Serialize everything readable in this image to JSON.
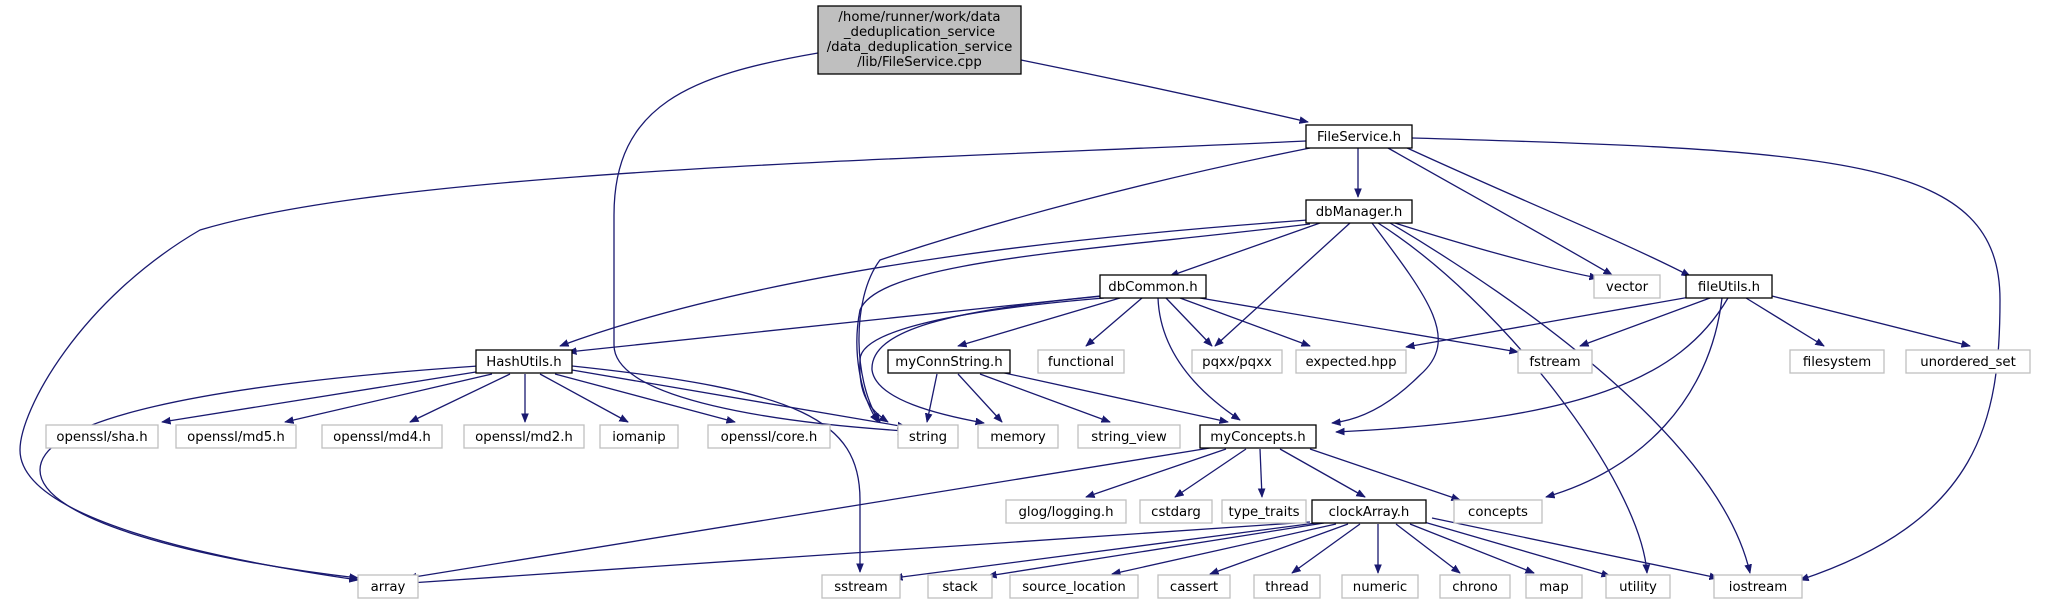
{
  "nodes": {
    "root": [
      "/home/runner/work/data",
      "_deduplication_service",
      "/data_deduplication_service",
      "/lib/FileService.cpp"
    ],
    "fileservice_h": "FileService.h",
    "dbmanager_h": "dbManager.h",
    "fileutils_h": "fileUtils.h",
    "dbcommon_h": "dbCommon.h",
    "hashutils_h": "HashUtils.h",
    "myconnstring_h": "myConnString.h",
    "myconcepts_h": "myConcepts.h",
    "clockarray_h": "clockArray.h",
    "vector": "vector",
    "functional": "functional",
    "pqxx": "pqxx/pqxx",
    "expected_hpp": "expected.hpp",
    "fstream": "fstream",
    "filesystem": "filesystem",
    "unordered_set": "unordered_set",
    "openssl_sha": "openssl/sha.h",
    "openssl_md5": "openssl/md5.h",
    "openssl_md4": "openssl/md4.h",
    "openssl_md2": "openssl/md2.h",
    "iomanip": "iomanip",
    "openssl_core": "openssl/core.h",
    "string": "string",
    "memory": "memory",
    "string_view": "string_view",
    "glog": "glog/logging.h",
    "cstdarg": "cstdarg",
    "type_traits": "type_traits",
    "concepts": "concepts",
    "array": "array",
    "sstream": "sstream",
    "stack": "stack",
    "source_location": "source_location",
    "cassert": "cassert",
    "thread": "thread",
    "numeric": "numeric",
    "chrono": "chrono",
    "map": "map",
    "utility": "utility",
    "iostream": "iostream"
  },
  "colors": {
    "edge": "#191970",
    "root_fill": "#bfbfbf",
    "local_border": "#000000",
    "system_border": "#bfbfbf"
  }
}
